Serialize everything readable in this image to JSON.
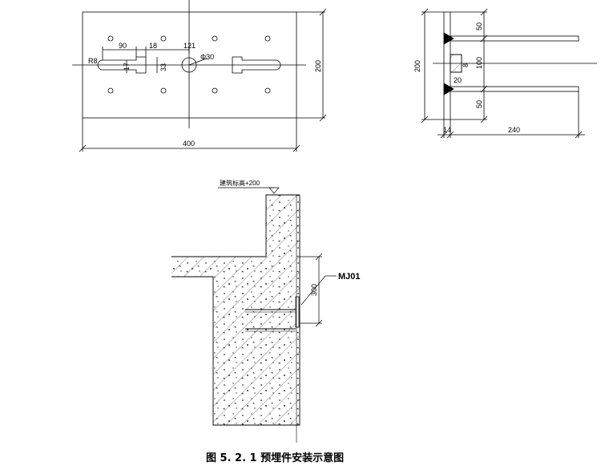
{
  "plate_view": {
    "dims": {
      "width": "400",
      "height": "200",
      "slot_length": "90",
      "slot_width": "18",
      "spacing": "121",
      "hole_dia": "Φ30",
      "radius": "R8",
      "dim_17": "17",
      "dim_33": "33"
    }
  },
  "side_view": {
    "dims": {
      "height": "200",
      "top": "50",
      "middle": "100",
      "bottom": "50",
      "thickness": "14",
      "anchor_length": "240",
      "weld_20": "20",
      "weld_8": "8"
    }
  },
  "section_view": {
    "elevation_label": "建筑标高+200",
    "embed_height": "300",
    "tag": "MJ01"
  },
  "caption": "图 5. 2. 1   预埋件安装示意图"
}
